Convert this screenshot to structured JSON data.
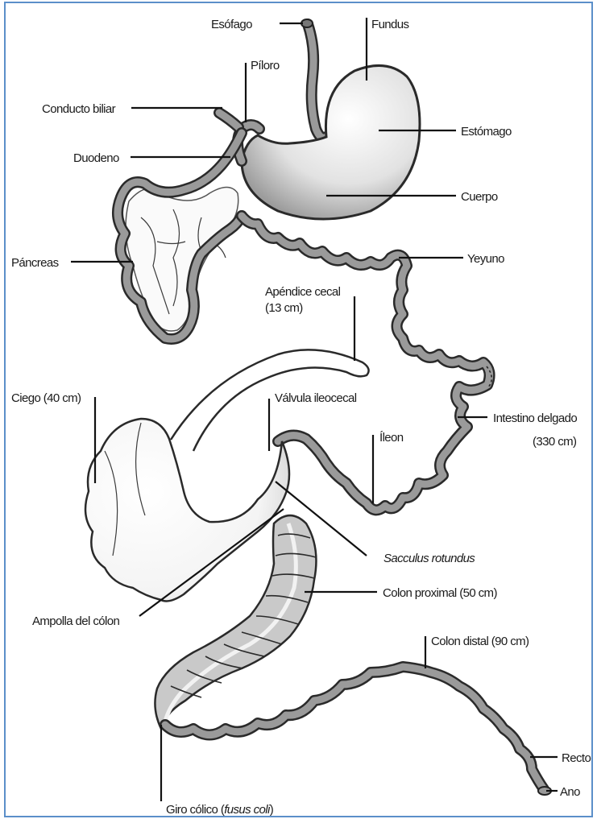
{
  "labels": {
    "esofago": "Esófago",
    "fundus": "Fundus",
    "piloro": "Píloro",
    "conducto_biliar": "Conducto biliar",
    "estomago": "Estómago",
    "duodeno": "Duodeno",
    "cuerpo": "Cuerpo",
    "pancreas": "Páncreas",
    "yeyuno": "Yeyuno",
    "apendice_line1": "Apéndice cecal",
    "apendice_line2": "(13 cm)",
    "ciego": "Ciego (40 cm)",
    "valvula": "Válvula ileocecal",
    "intestino_line1": "Intestino delgado",
    "intestino_line2": "(330 cm)",
    "ileon": "Íleon",
    "sacculus": "Sacculus rotundus",
    "ampolla": "Ampolla del cólon",
    "colon_proximal": "Colon proximal (50 cm)",
    "colon_distal": "Colon distal (90 cm)",
    "recto": "Recto",
    "ano": "Ano",
    "giro_prefix": "Giro cólico (",
    "giro_italic": "fusus coli",
    "giro_suffix": ")"
  },
  "colors": {
    "border": "#5b8fc9",
    "tube": "#2a2a2a",
    "tube_fill": "#9a9a9a",
    "organ_fill": "#f3f3f3"
  }
}
